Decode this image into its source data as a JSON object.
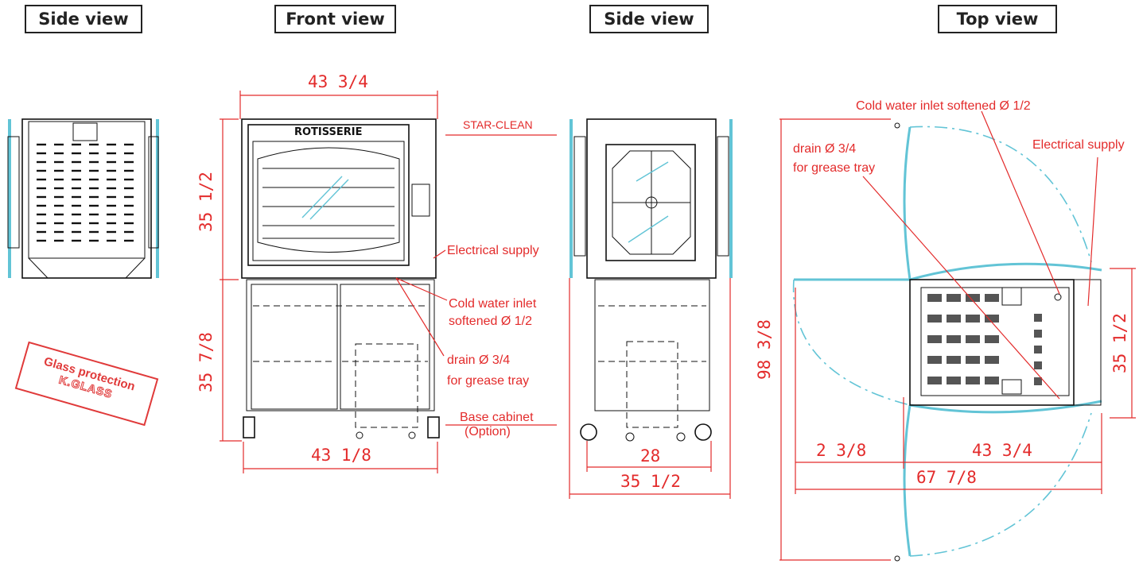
{
  "view_titles": {
    "side_view_left": "Side view",
    "front_view": "Front view",
    "side_view_right": "Side view",
    "top_view": "Top view"
  },
  "oven_brand": "ROTISSERIE",
  "stamp": {
    "line1": "Glass protection",
    "line2": "K.GLASS"
  },
  "front_view": {
    "width_top": "43  3/4",
    "height_oven": "35  1/2",
    "height_base": "35  7/8",
    "width_bottom": "43  1/8",
    "star_clean": "STAR-CLEAN",
    "electrical_supply": "Electrical supply",
    "cold_water_1": "Cold water inlet",
    "cold_water_2": "softened Ø 1/2",
    "drain_1": "drain Ø 3/4",
    "drain_2": "for grease tray",
    "base_cabinet_1": "Base  cabinet",
    "base_cabinet_2": "(Option)"
  },
  "side_view_right": {
    "inner_width": "28",
    "outer_width": "35  1/2"
  },
  "top_view": {
    "cold_water": "Cold water inlet softened Ø 1/2",
    "electrical_supply": "Electrical supply",
    "drain_1": "drain Ø 3/4",
    "drain_2": "for grease tray",
    "height_total": "98  3/8",
    "depth": "35  1/2",
    "offset": "2  3/8",
    "width": "43  3/4",
    "total_width": "67  7/8"
  },
  "colors": {
    "dimension": "#e32b2b",
    "door_swing": "#62c4d6",
    "outline": "#111111"
  }
}
